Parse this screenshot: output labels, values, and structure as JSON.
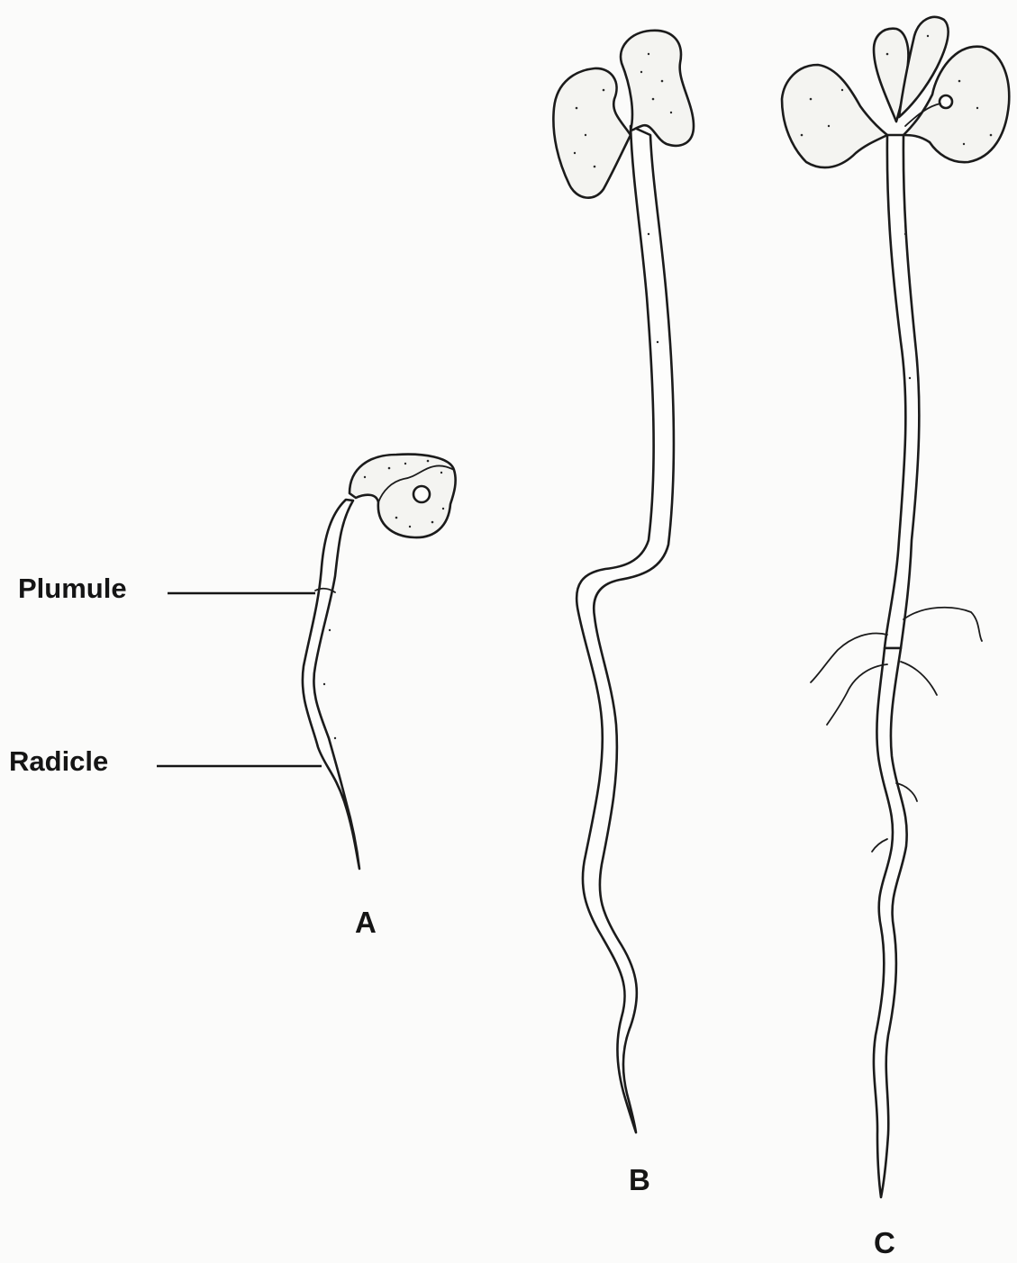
{
  "labels": {
    "plumule": "Plumule",
    "radicle": "Radicle",
    "stage_a": "A",
    "stage_b": "B",
    "stage_c": "C"
  },
  "colors": {
    "ink": "#1b1b1b",
    "paper": "#fbfbfa"
  }
}
